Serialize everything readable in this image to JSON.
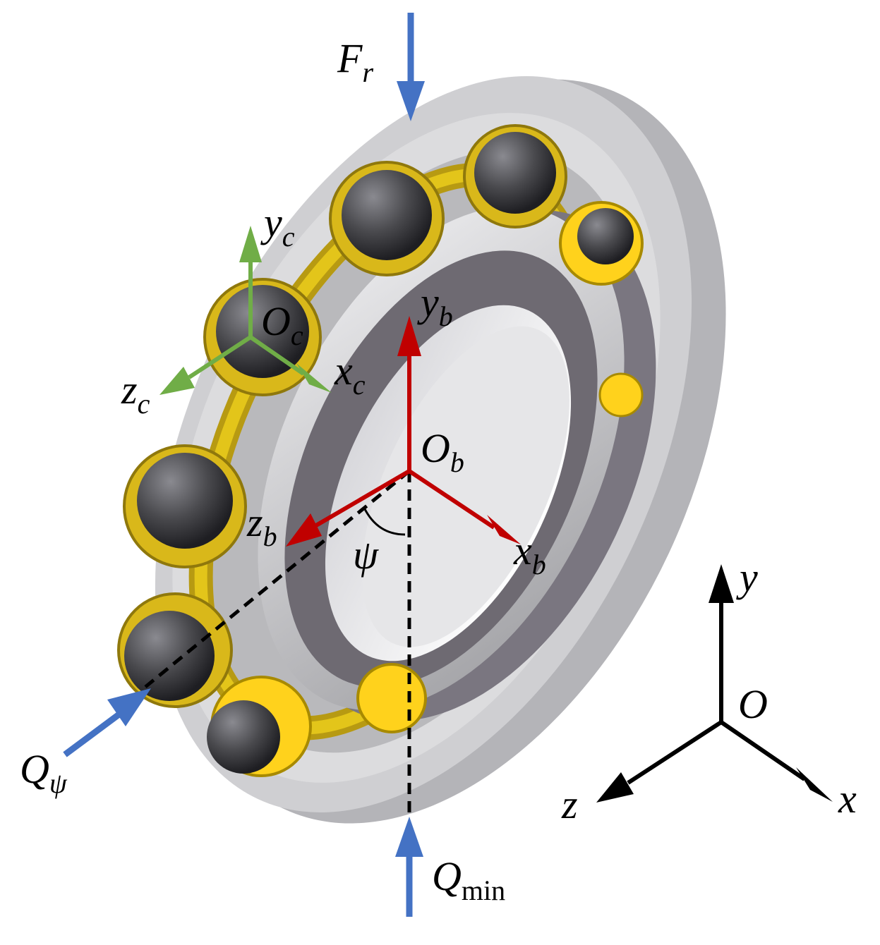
{
  "figure": {
    "colors": {
      "load_arrow": "#4472c4",
      "body_frame": "#c00000",
      "cage_frame": "#70ad47",
      "global_frame": "#000000",
      "outer_ring": "#c8c8ca",
      "inner_ring": "#6e6a72",
      "cage": "#e3c51a",
      "ball": "#4a4a4e"
    },
    "labels": {
      "fr_main": "F",
      "fr_sub": "r",
      "yc_main": "y",
      "yc_sub": "c",
      "oc_main": "O",
      "oc_sub": "c",
      "xc_main": "x",
      "xc_sub": "c",
      "zc_main": "z",
      "zc_sub": "c",
      "yb_main": "y",
      "yb_sub": "b",
      "ob_main": "O",
      "ob_sub": "b",
      "zb_main": "z",
      "zb_sub": "b",
      "xb_main": "x",
      "xb_sub": "b",
      "psi": "ψ",
      "qpsi_main": "Q",
      "qpsi_sub": "ψ",
      "qmin_main": "Q",
      "qmin_sub": "min",
      "y": "y",
      "o": "O",
      "z": "z",
      "x": "x"
    }
  }
}
